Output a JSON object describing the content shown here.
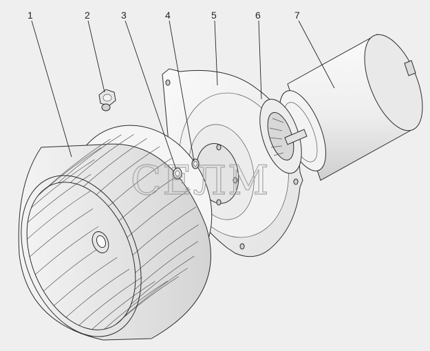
{
  "callouts": [
    {
      "id": "1",
      "text": "1"
    },
    {
      "id": "2",
      "text": "2"
    },
    {
      "id": "3",
      "text": "3"
    },
    {
      "id": "4",
      "text": "4"
    },
    {
      "id": "5",
      "text": "5"
    },
    {
      "id": "6",
      "text": "6"
    },
    {
      "id": "7",
      "text": "7"
    }
  ],
  "watermark": "СЕЛМ",
  "colors": {
    "background": "#efefef",
    "line": "#2a2a2a",
    "fill_light": "#f7f7f7",
    "fill_shade": "#d9d9d9"
  }
}
